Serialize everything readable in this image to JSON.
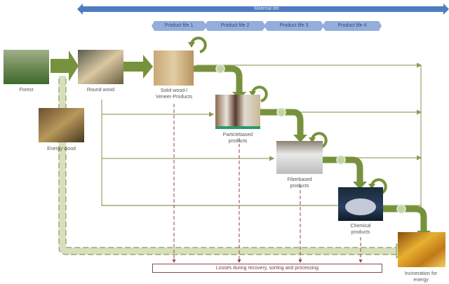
{
  "header": {
    "material_life": "Material life",
    "product_lives": [
      "Product life 1",
      "Product life 2",
      "Product life 3",
      "Product life 4"
    ]
  },
  "nodes": {
    "forest": "Forest",
    "round_wood": "Round wood",
    "energy_wood": "Energy wood",
    "solid_wood": [
      "Solid wood-/",
      "Veneer-Products"
    ],
    "particlebased": [
      "Particlebased",
      "products"
    ],
    "fiberbased": [
      "Fiberbased",
      "products"
    ],
    "chemical": [
      "Chemical",
      "products"
    ],
    "incineration": [
      "Incineration for",
      "energy"
    ]
  },
  "losses": "Losses during recovery, sorting and processing",
  "colors": {
    "material_bar": "#4f7cc0",
    "product_bar": "#93aedb",
    "main_flow": "#76923c",
    "light_flow": "#d6e0bd",
    "thin_line": "#9aa56b",
    "loss_line": "#8a4a4a"
  }
}
